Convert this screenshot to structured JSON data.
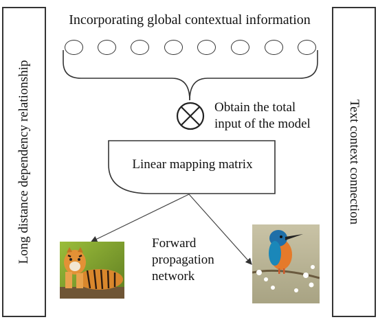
{
  "left_panel": {
    "label": "Long distance dependency relationship"
  },
  "right_panel": {
    "label": "Text context connection"
  },
  "top": {
    "title": "Incorporating global contextual information",
    "node_count": 8
  },
  "combine": {
    "symbol": "⊗",
    "label_line1": "Obtain the total",
    "label_line2": "input of the model"
  },
  "mapping": {
    "label": "Linear mapping matrix"
  },
  "network": {
    "label_line1": "Forward",
    "label_line2": "propagation",
    "label_line3": "network"
  },
  "images": {
    "left": "tiger-photo",
    "right": "kingfisher-bird-photo"
  }
}
